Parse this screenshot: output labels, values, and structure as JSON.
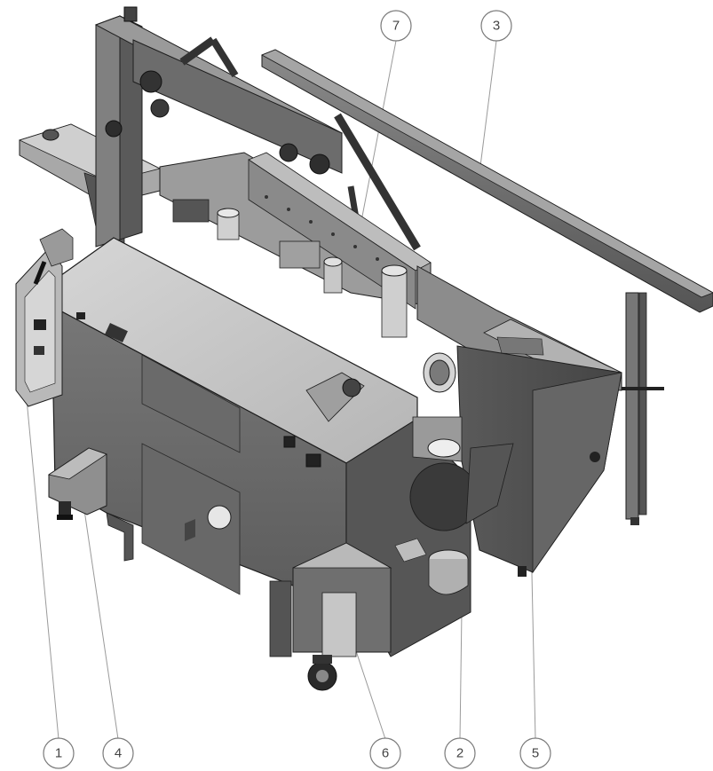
{
  "callouts": [
    {
      "id": "callout-1",
      "label": "1"
    },
    {
      "id": "callout-4",
      "label": "4"
    },
    {
      "id": "callout-6",
      "label": "6"
    },
    {
      "id": "callout-2",
      "label": "2"
    },
    {
      "id": "callout-5",
      "label": "5"
    },
    {
      "id": "callout-7",
      "label": "7"
    },
    {
      "id": "callout-3",
      "label": "3"
    }
  ],
  "colors": {
    "body_top": "#c9c9c9",
    "body_front": "#6e6e6e",
    "body_side": "#4f4f4f",
    "frame": "#7d7d7d",
    "frame_dark": "#3c3c3c",
    "rail": "#9a9a9a",
    "outline": "#1e1e1e"
  }
}
